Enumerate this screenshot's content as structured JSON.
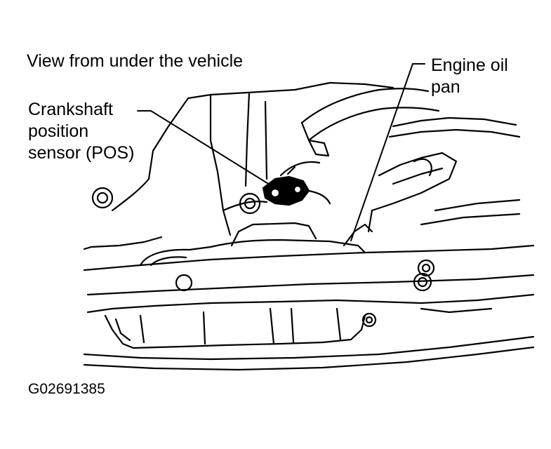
{
  "header": {
    "view_title": "View from under the vehicle"
  },
  "callouts": {
    "crankshaft_sensor": {
      "line1": "Crankshaft",
      "line2": "position",
      "line3": "sensor (POS)"
    },
    "engine_oil_pan": {
      "line1": "Engine oil",
      "line2": "pan"
    }
  },
  "footer": {
    "figure_code": "G02691385"
  }
}
